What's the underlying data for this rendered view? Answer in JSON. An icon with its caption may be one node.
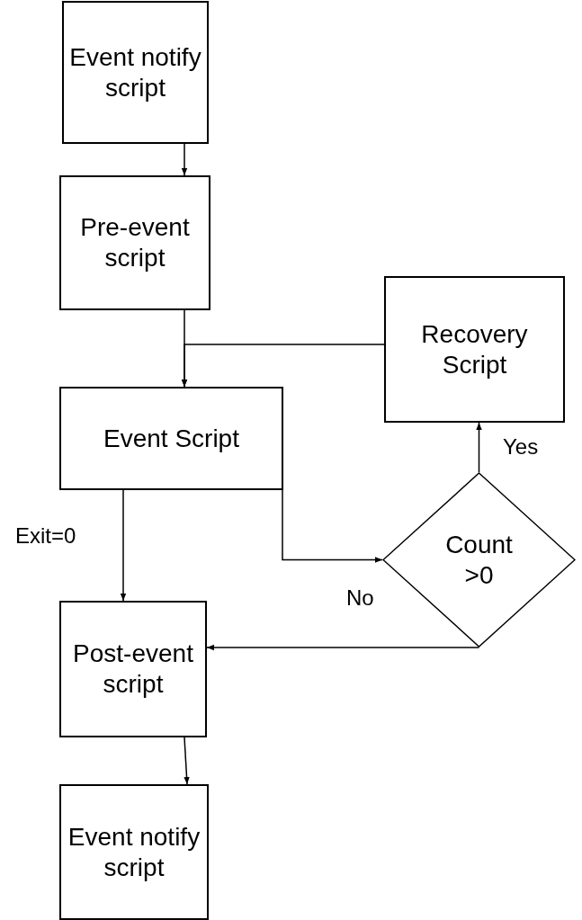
{
  "diagram": {
    "nodes": [
      {
        "text": [
          "Event notify script"
        ]
      },
      {
        "text": [
          "Pre-event script"
        ]
      },
      {
        "text": [
          "Recovery Script"
        ]
      },
      {
        "text": [
          "Event Script"
        ]
      },
      {
        "text": [
          "Count >0"
        ]
      },
      {
        "text": [
          "Post-event script"
        ]
      },
      {
        "text": [
          "Event notify script"
        ]
      }
    ],
    "edges": [
      {
        "from": 0,
        "to": 1,
        "arrow": "to"
      },
      {
        "from": 1,
        "to": 3,
        "arrow": "to"
      },
      {
        "from": 2,
        "to": 3,
        "arrow": "to"
      },
      {
        "from": 3,
        "to": 5,
        "arrow": "to",
        "label": "Exit=0"
      },
      {
        "from": 3,
        "to": 4,
        "arrow": "to"
      },
      {
        "from": 4,
        "to": 2,
        "arrow": "to",
        "label": "Yes"
      },
      {
        "from": 4,
        "to": 5,
        "arrow": "to",
        "label": "No"
      },
      {
        "from": 5,
        "to": 6,
        "arrow": "to"
      }
    ]
  }
}
